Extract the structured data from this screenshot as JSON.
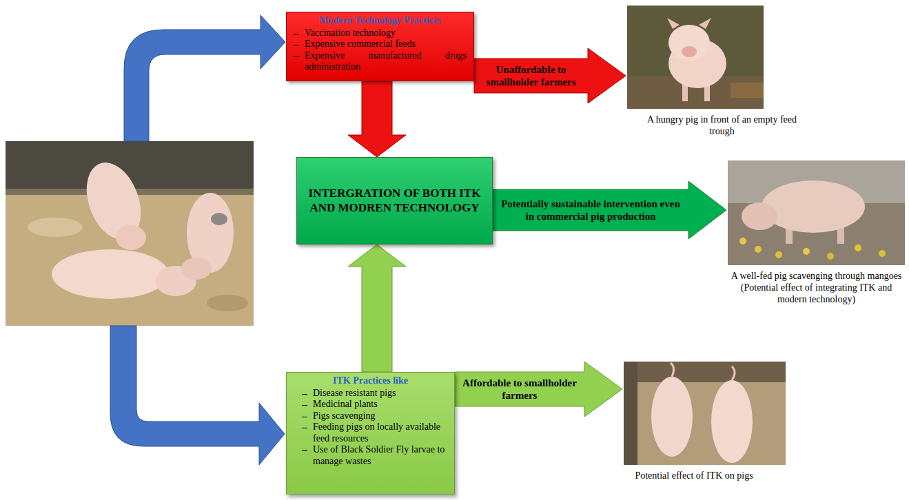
{
  "diagram": {
    "nodes": [
      {
        "text": [
          "Modern Technology Practices",
          "Vaccination technology",
          "Expensive commercial feeds",
          "Expensive manufactured drugs administration"
        ]
      },
      {
        "text": [
          "A hungry pig in front of an empty feed trough"
        ]
      },
      {
        "text": [
          "INTERGRATION OF BOTH ITK AND MODREN TECHNOLOGY"
        ]
      },
      {
        "text": [
          "A well-fed pig scavenging through mangoes (Potential effect of integrating ITK and modern technology)"
        ]
      },
      {
        "text": [
          "ITK Practices like",
          "Disease resistant pigs",
          "Medicinal plants",
          "Pigs scavenging",
          "Feeding pigs on locally available feed resources",
          "Use of Black Soldier Fly larvae to manage wastes"
        ]
      },
      {
        "text": [
          "Potential effect of ITK on pigs"
        ]
      }
    ],
    "edges": [
      {
        "from": 0,
        "to": 1,
        "label": "Unaffordable to smallholder farmers",
        "arrow": "to"
      },
      {
        "from": 0,
        "to": 2,
        "arrow": "to"
      },
      {
        "from": 2,
        "to": 3,
        "label": "Potentially sustainable intervention even in commercial pig production",
        "arrow": "to"
      },
      {
        "from": 4,
        "to": 2,
        "arrow": "to"
      },
      {
        "from": 4,
        "to": 5,
        "label": "Affordable to smallholder farmers",
        "arrow": "to"
      }
    ]
  }
}
